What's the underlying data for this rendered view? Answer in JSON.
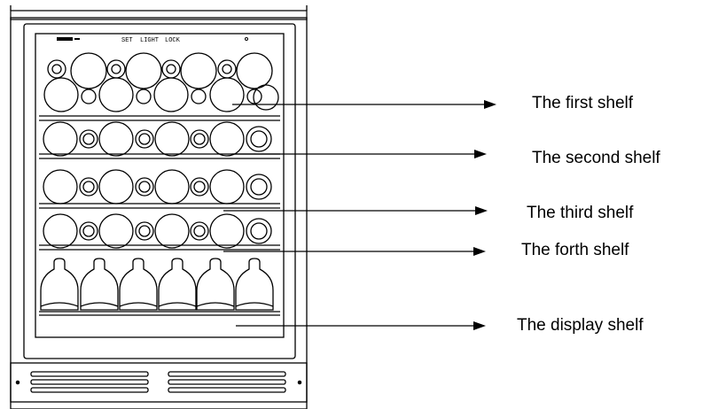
{
  "diagram": {
    "panel_text": [
      "SET",
      "LIGHT",
      "LOCK"
    ],
    "labels": {
      "first": "The first shelf",
      "second": "The second shelf",
      "third": "The third shelf",
      "forth": "The forth shelf",
      "display": "The display shelf"
    },
    "colors": {
      "ink": "#000000",
      "background": "#ffffff"
    }
  }
}
